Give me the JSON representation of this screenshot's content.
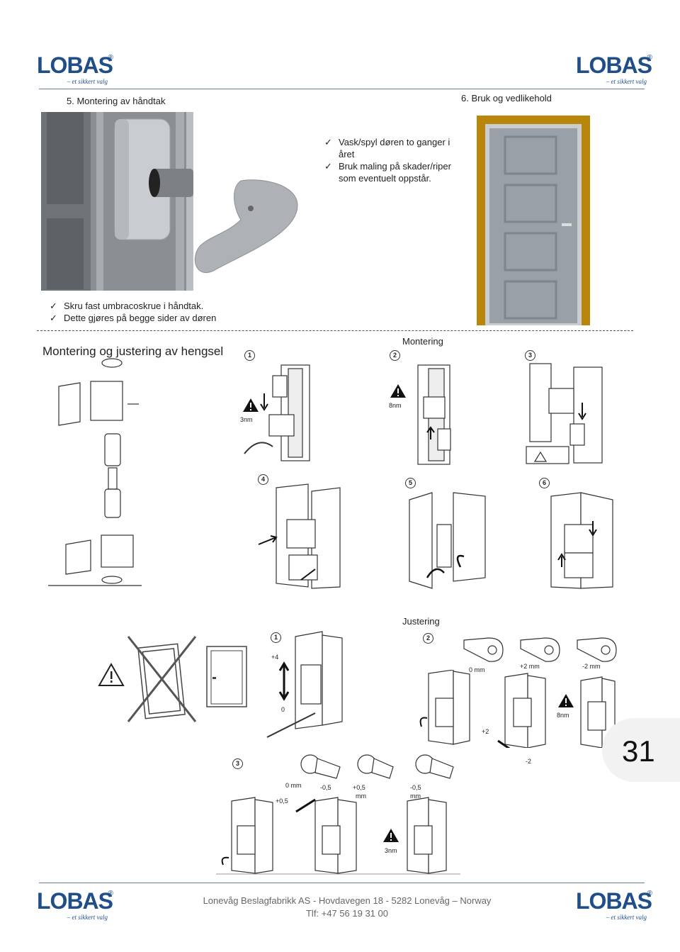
{
  "brand": {
    "name": "LOBAS",
    "registered": "®",
    "tagline": "– et sikkert valg"
  },
  "section5": {
    "title": "5. Montering av håndtak",
    "bullets": [
      "Skru fast umbracoskrue i håndtak.",
      "Dette gjøres på begge sider av døren"
    ]
  },
  "section6": {
    "title": "6. Bruk og vedlikehold",
    "bullets": [
      "Vask/spyl døren to ganger i året",
      "Bruk maling på skader/riper som eventuelt oppstår."
    ]
  },
  "hinge": {
    "title": "Montering og justering av hengsel",
    "mount_label": "Montering",
    "adjust_label": "Justering"
  },
  "steps": {
    "s1": "1",
    "s2": "2",
    "s3": "3",
    "s4": "4",
    "s5": "5",
    "s6": "6"
  },
  "labels": {
    "m1_nm": "3nm",
    "m2_nm": "8nm",
    "j1_plus": "+4",
    "j1_zero": "0",
    "j2_a": "0 mm",
    "j2_b": "+2 mm",
    "j2_c": "-2 mm",
    "j2_nm": "8nm",
    "j2_plus": "+2",
    "j2_minus": "-2",
    "j3_a": "0 mm",
    "j3_b": "-0,5",
    "j3_c": "+0,5",
    "j3_c2": "mm",
    "j3_d": "-0,5",
    "j3_d2": "mm",
    "j3_plus": "+0,5",
    "j3_nm": "3nm"
  },
  "page_number": "31",
  "footer": {
    "line1": "Lonevåg Beslagfabrikk AS - Hovdavegen 18 - 5282 Lonevåg – Norway",
    "line2": "Tlf: +47 56 19 31 00"
  },
  "colors": {
    "brand": "#1f4e89",
    "door_frame": "#b8860b",
    "door": "#9aa0a8"
  }
}
